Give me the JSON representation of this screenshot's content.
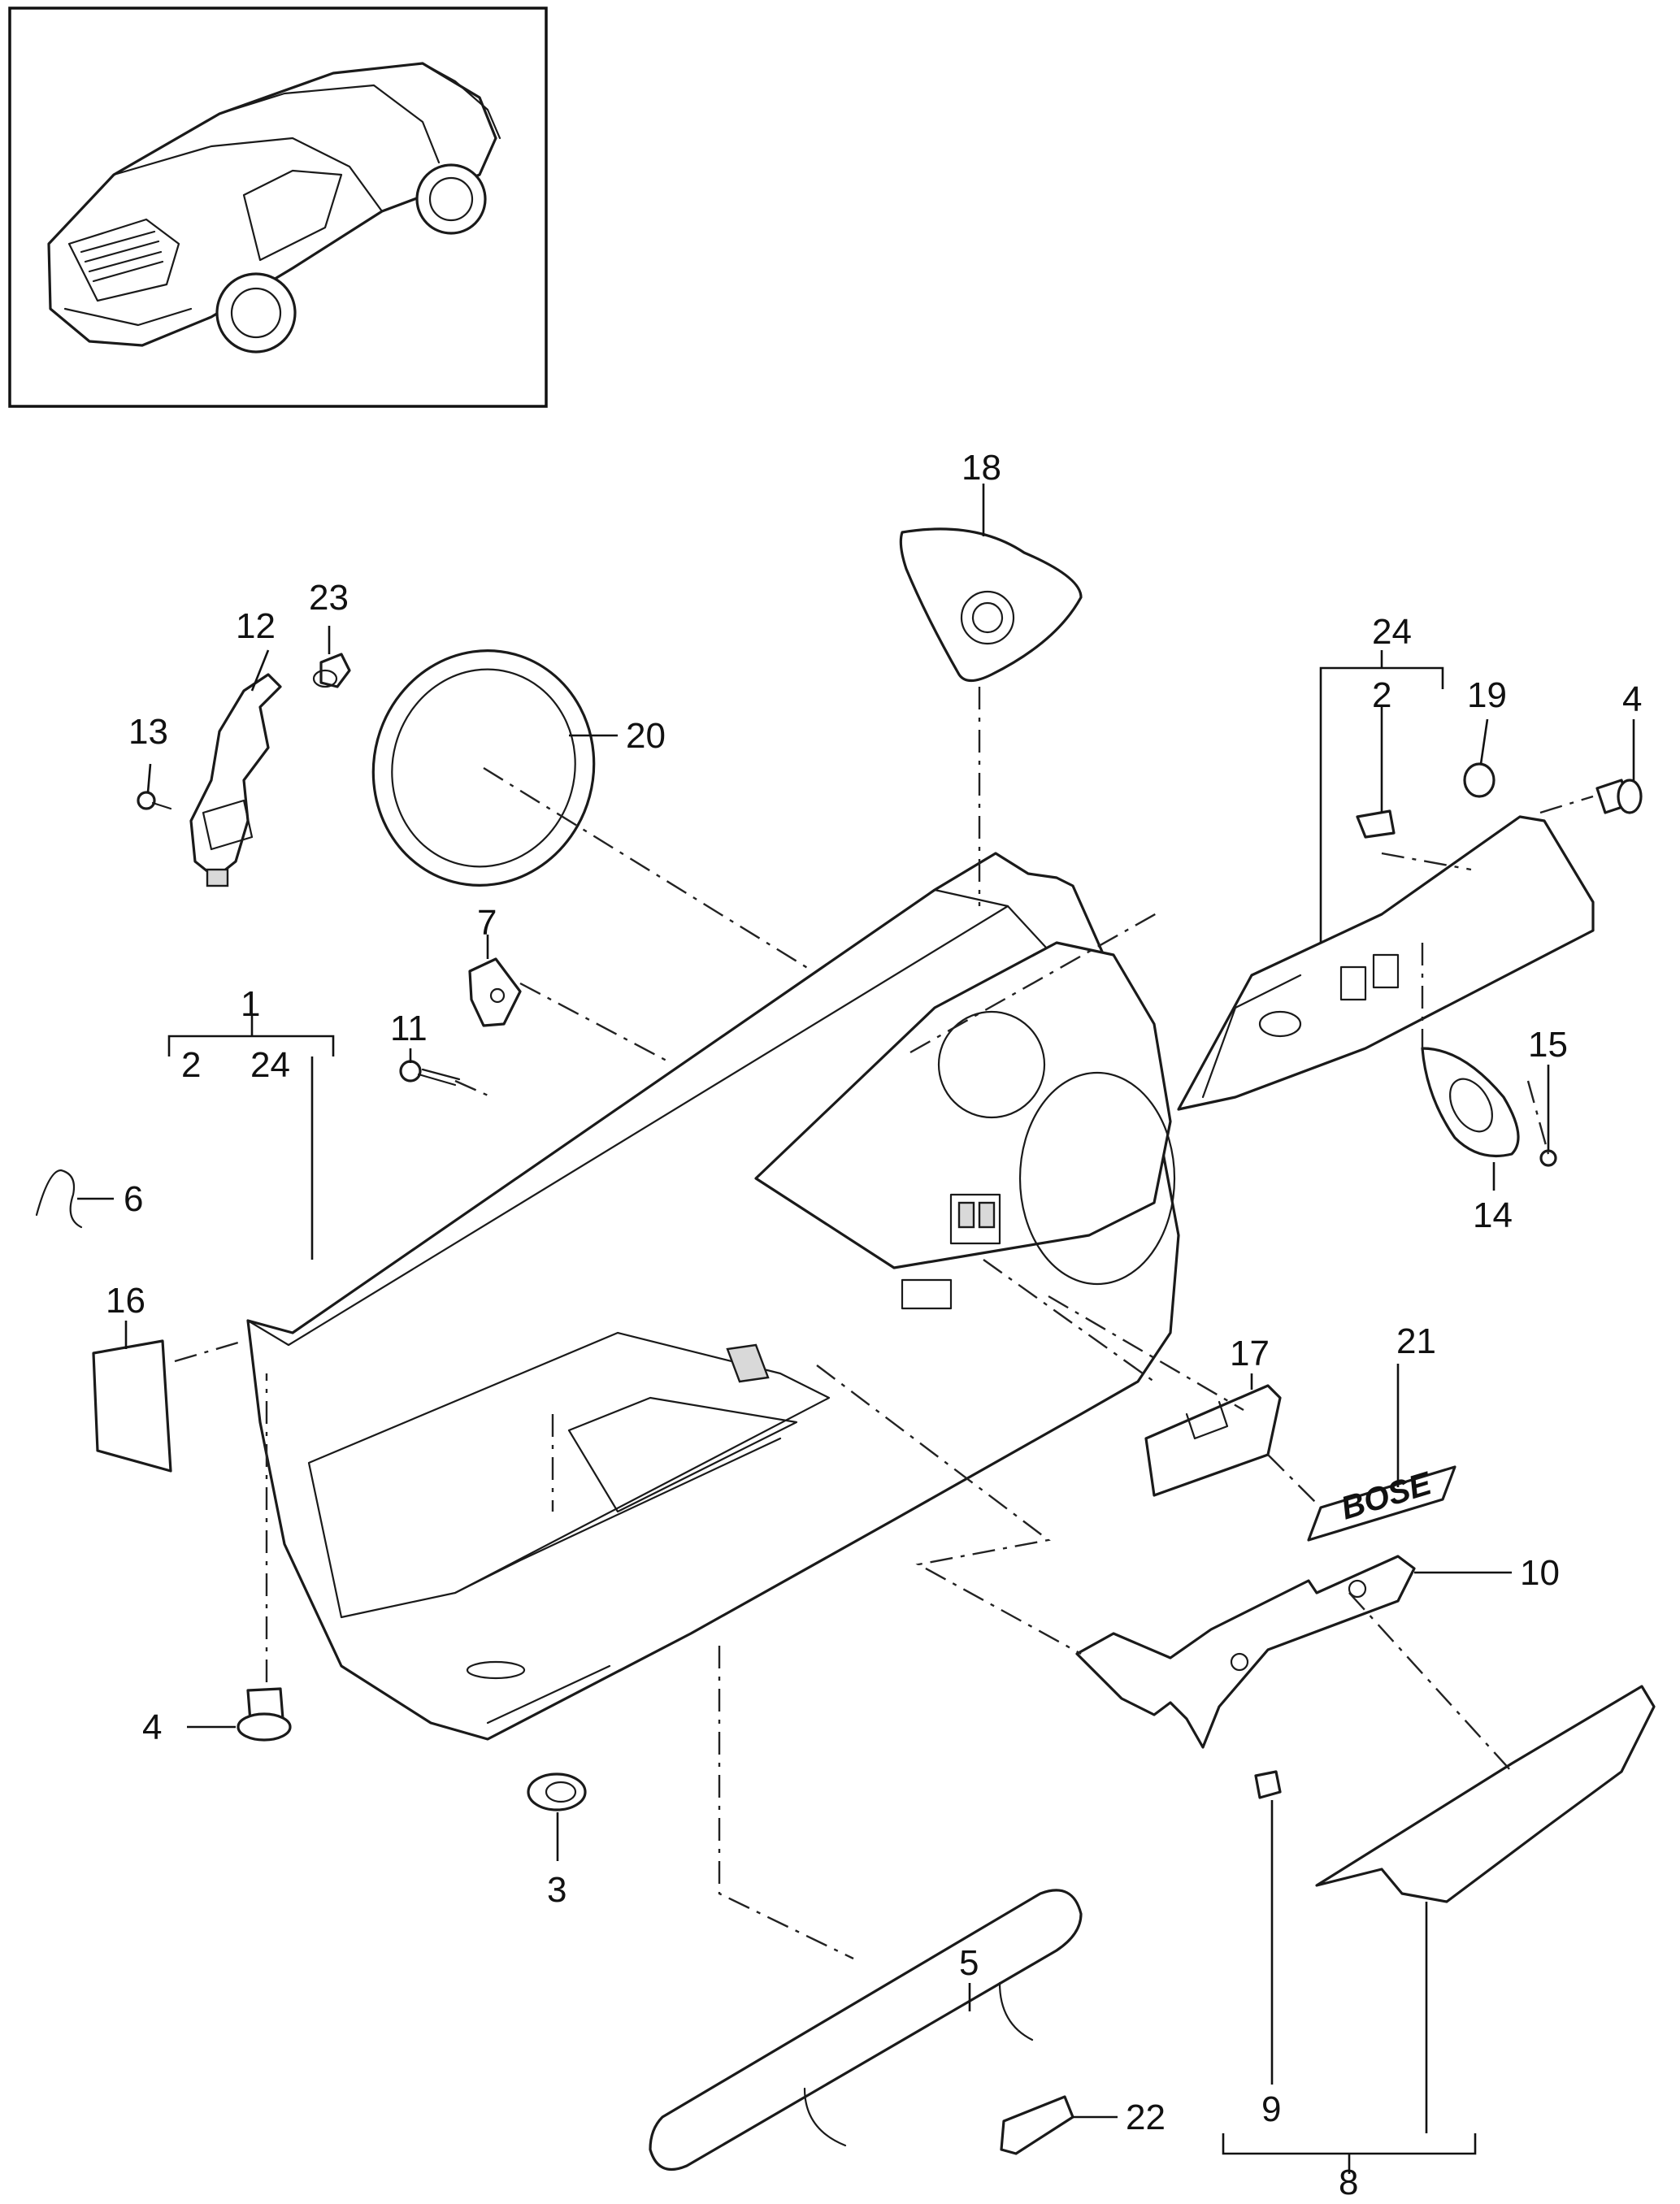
{
  "diagram": {
    "labels": {
      "l1": "1",
      "l2a": "2",
      "l24a": "24",
      "l2b": "2",
      "l24b": "24",
      "l3": "3",
      "l4a": "4",
      "l4b": "4",
      "l5": "5",
      "l6": "6",
      "l7": "7",
      "l8": "8",
      "l9": "9",
      "l10": "10",
      "l11": "11",
      "l12": "12",
      "l13": "13",
      "l14": "14",
      "l15": "15",
      "l16": "16",
      "l17": "17",
      "l18": "18",
      "l19": "19",
      "l20": "20",
      "l21": "21",
      "l22": "22",
      "l23": "23"
    },
    "badge_text": "BOSE"
  }
}
